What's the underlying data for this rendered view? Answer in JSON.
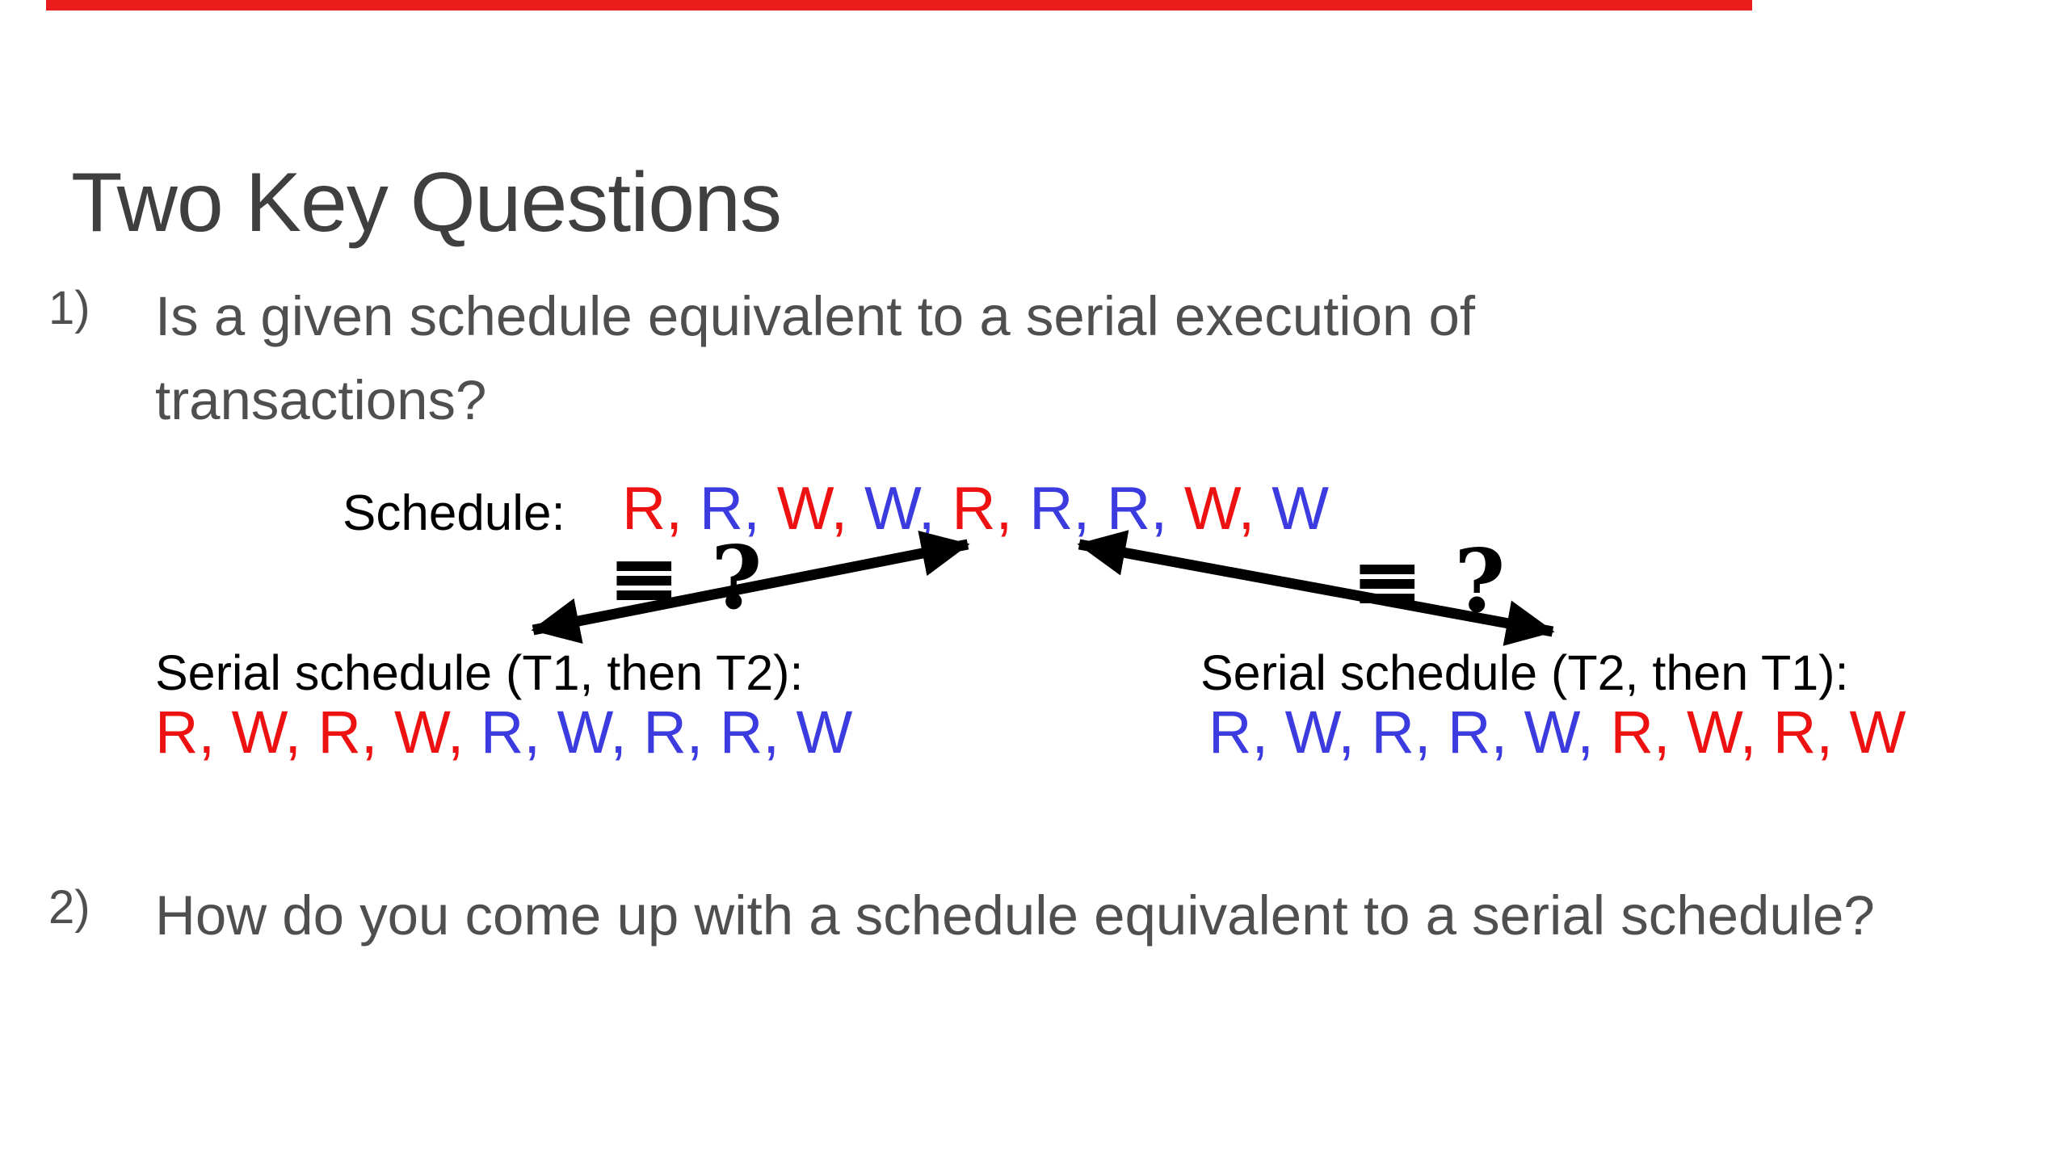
{
  "slide": {
    "title": "Two Key Questions",
    "equivalence_symbol": "≡ ?",
    "colors": {
      "red": "#ee1111",
      "blue": "#3b3be0",
      "accent_bar": "#ea1c1c",
      "title": "#3f3f3f",
      "body": "#4f4f4f",
      "label": "#000000",
      "arrow": "#000000"
    },
    "questions": [
      {
        "number": "1)",
        "text": "Is a given schedule equivalent to a serial execution of transactions?"
      },
      {
        "number": "2)",
        "text": "How do you come up with a schedule equivalent to a serial schedule?"
      }
    ],
    "schedule": {
      "label": "Schedule:",
      "tokens": [
        {
          "text": "R,",
          "color": "red"
        },
        {
          "text": "R,",
          "color": "blue"
        },
        {
          "text": "W,",
          "color": "red"
        },
        {
          "text": "W,",
          "color": "blue"
        },
        {
          "text": "R,",
          "color": "red"
        },
        {
          "text": "R,",
          "color": "blue"
        },
        {
          "text": "R,",
          "color": "blue"
        },
        {
          "text": "W,",
          "color": "red"
        },
        {
          "text": "W",
          "color": "blue"
        }
      ]
    },
    "serial_left": {
      "label": "Serial schedule (T1, then T2):",
      "tokens": [
        {
          "text": "R,",
          "color": "red"
        },
        {
          "text": "W,",
          "color": "red"
        },
        {
          "text": "R,",
          "color": "red"
        },
        {
          "text": "W,",
          "color": "red"
        },
        {
          "text": "R,",
          "color": "blue"
        },
        {
          "text": "W,",
          "color": "blue"
        },
        {
          "text": "R,",
          "color": "blue"
        },
        {
          "text": "R,",
          "color": "blue"
        },
        {
          "text": "W",
          "color": "blue"
        }
      ]
    },
    "serial_right": {
      "label": "Serial schedule (T2, then T1):",
      "tokens": [
        {
          "text": "R,",
          "color": "blue"
        },
        {
          "text": "W,",
          "color": "blue"
        },
        {
          "text": "R,",
          "color": "blue"
        },
        {
          "text": "R,",
          "color": "blue"
        },
        {
          "text": "W,",
          "color": "blue"
        },
        {
          "text": "R,",
          "color": "red"
        },
        {
          "text": "W,",
          "color": "red"
        },
        {
          "text": "R,",
          "color": "red"
        },
        {
          "text": "W",
          "color": "red"
        }
      ]
    }
  }
}
